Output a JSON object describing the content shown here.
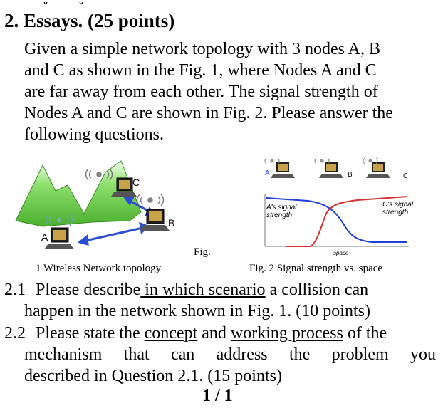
{
  "heading": "2. Essays. (25 points)",
  "intro_lines": [
    "Given a simple network topology with 3 nodes A, B",
    "and C as shown in the Fig. 1, where Nodes A and C",
    "are far away from each other. The signal strength of",
    "Nodes A and C are shown in Fig. 2. Please answer the",
    "following questions."
  ],
  "fig1": {
    "node_a": "A",
    "node_b": "B",
    "node_c": "C",
    "fig_word": "Fig.",
    "caption": "1  Wireless Network topology"
  },
  "fig2": {
    "node_a": "A",
    "node_b": "B",
    "node_c": "C",
    "a_signal_line1": "A's signal",
    "a_signal_line2": "strength",
    "c_signal_line1": "C's signal",
    "c_signal_line2": "strength",
    "axis_label": "space",
    "caption": "Fig. 2 Signal strength vs. space"
  },
  "q1": {
    "number": "2.1",
    "line1_pre": "Please describe",
    "line1_underlined": " in which scenario",
    "line1_post": " a collision can",
    "line2": "happen in the network shown in Fig. 1. (10 points)"
  },
  "q2": {
    "number": "2.2",
    "line1_pre": "Please state the ",
    "concept": "concept",
    "line1_mid": " and ",
    "working_process": "working process",
    "line1_post": " of the",
    "line2_words": [
      "mechanism",
      "that",
      "can",
      "address",
      "the",
      "problem",
      "you"
    ],
    "line3": "described in Question 2.1. (15 points)"
  },
  "page_number": "1 / 1",
  "colors": {
    "mountain": "#6bc94a",
    "arrow": "#2a4fd6",
    "a_curve": "#1f3fd8",
    "c_curve": "#d63030"
  }
}
